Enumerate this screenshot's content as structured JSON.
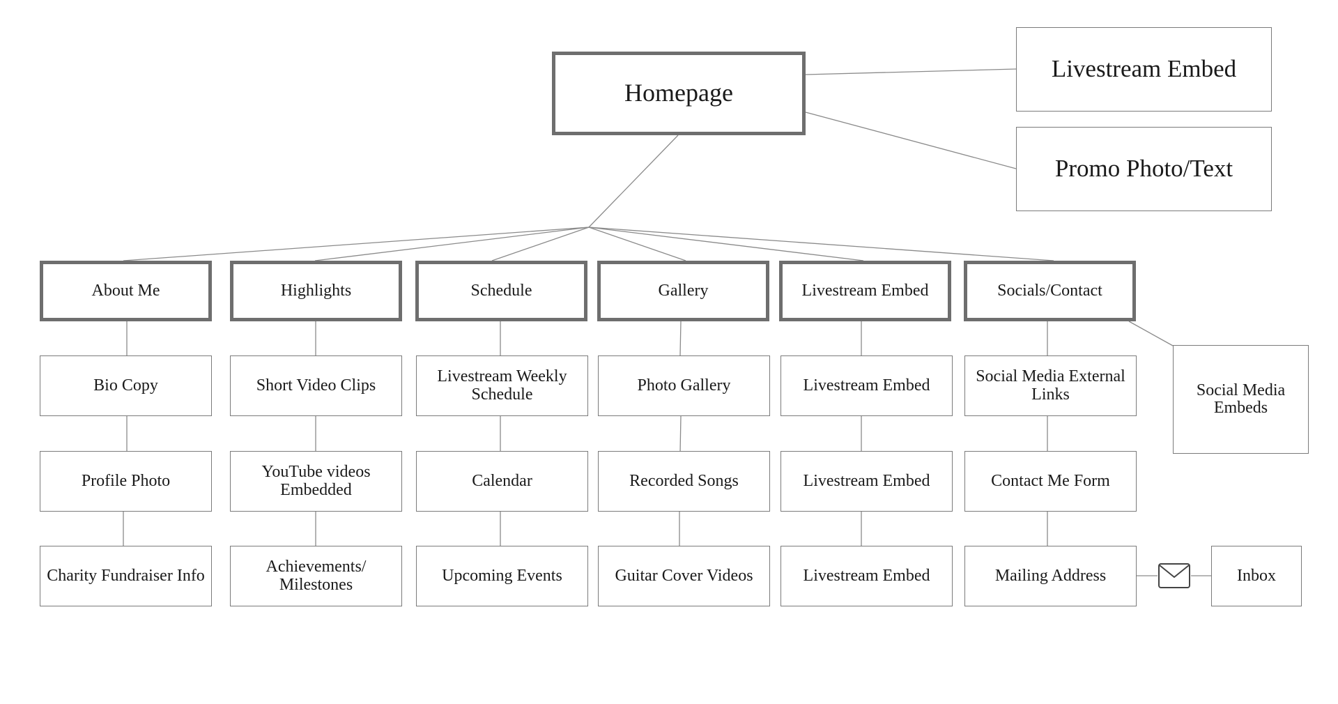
{
  "homepage": "Homepage",
  "homepage_features": [
    "Livestream Embed",
    "Promo Photo/Text"
  ],
  "categories": [
    {
      "label": "About Me",
      "items": [
        "Bio Copy",
        "Profile Photo",
        "Charity Fundraiser Info"
      ]
    },
    {
      "label": "Highlights",
      "items": [
        "Short Video Clips",
        "YouTube videos Embedded",
        "Achievements/ Milestones"
      ]
    },
    {
      "label": "Schedule",
      "items": [
        "Livestream Weekly Schedule",
        "Calendar",
        "Upcoming Events"
      ]
    },
    {
      "label": "Gallery",
      "items": [
        "Photo Gallery",
        "Recorded Songs",
        "Guitar Cover Videos"
      ]
    },
    {
      "label": "Livestream Embed",
      "items": [
        "Livestream Embed",
        "Livestream Embed",
        "Livestream Embed"
      ]
    },
    {
      "label": "Socials/Contact",
      "items": [
        "Social Media External Links",
        "Contact Me Form",
        "Mailing Address"
      ]
    }
  ],
  "socials_extra": "Social Media Embeds",
  "mail_destination": "Inbox",
  "icons": {
    "mail": "envelope-icon"
  },
  "colors": {
    "box_border": "#6e6e6e",
    "line": "#8a8a8a"
  }
}
